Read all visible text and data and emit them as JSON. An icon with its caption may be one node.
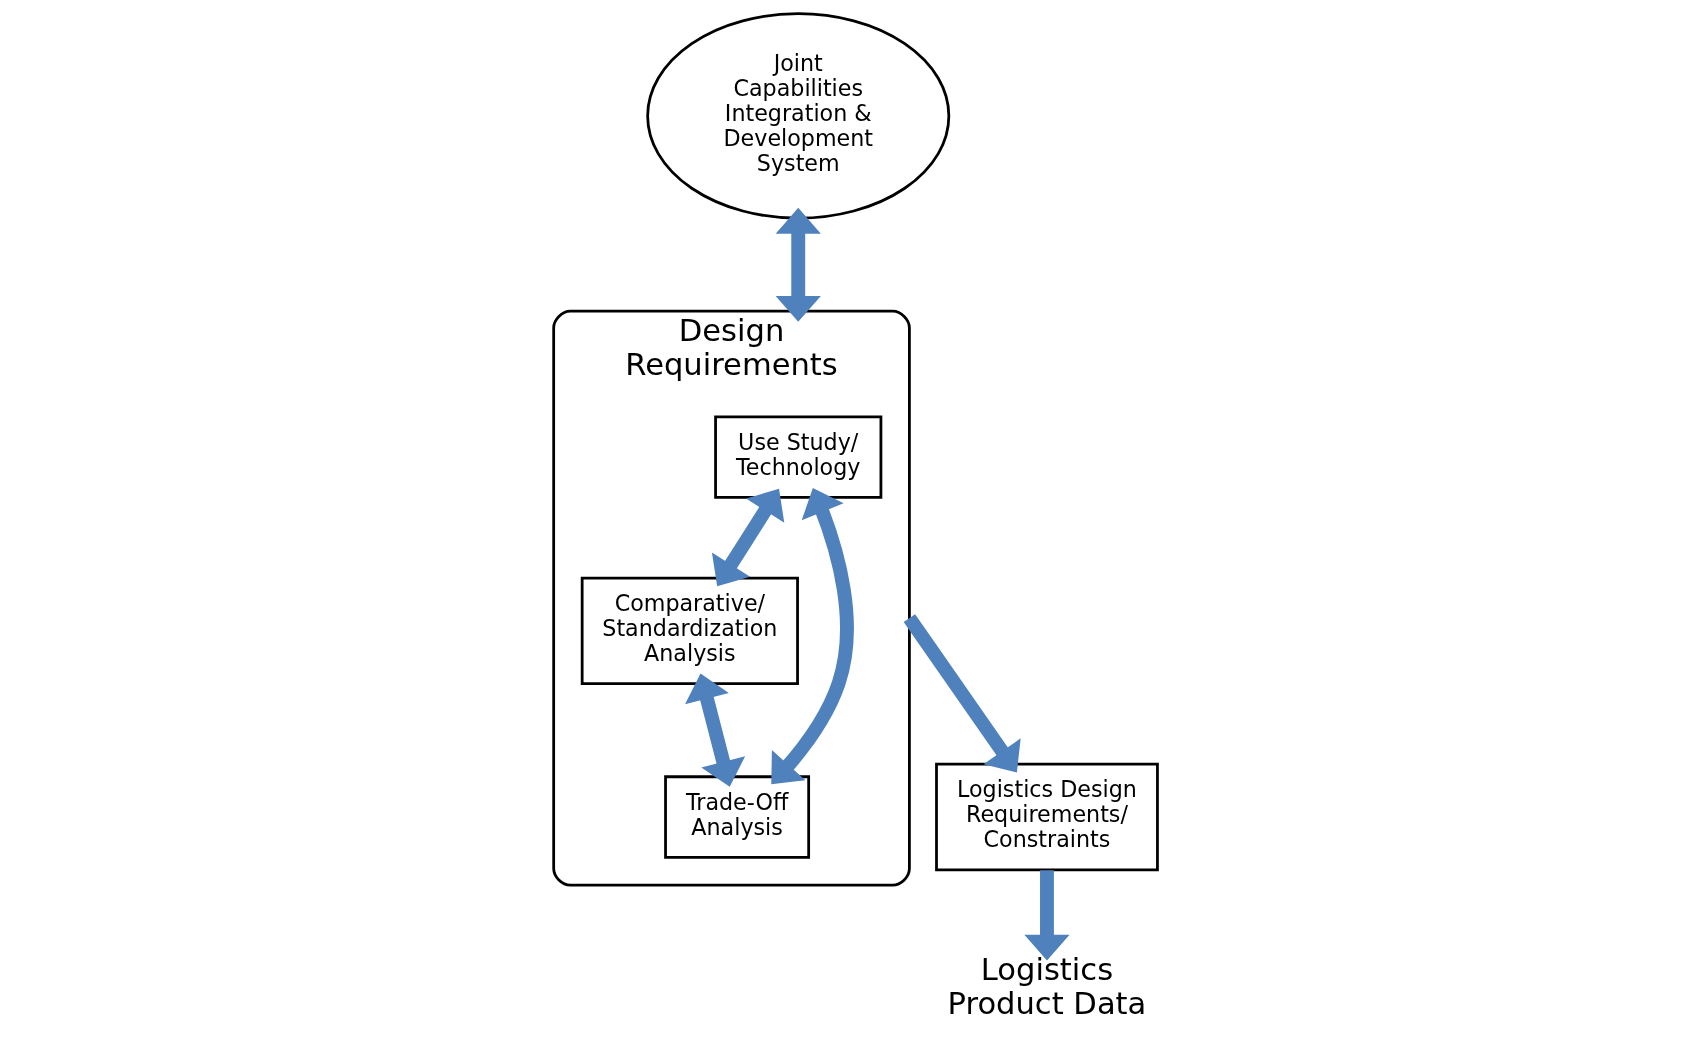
{
  "diagram": {
    "nodes": [
      {
        "text": [
          "Joint Capabilities Integration & Development System"
        ]
      },
      {
        "text": [
          "Design Requirements"
        ]
      },
      {
        "text": [
          "Use Study/ Technology"
        ],
        "in": 1
      },
      {
        "text": [
          "Comparative/ Standardization Analysis"
        ],
        "in": 1
      },
      {
        "text": [
          "Trade-Off Analysis"
        ],
        "in": 1
      },
      {
        "text": [
          "Logistics Design Requirements/ Constraints"
        ]
      },
      {
        "text": [
          "Logistics Product Data"
        ]
      }
    ],
    "edges": [
      {
        "from": 0,
        "to": 1,
        "arrow": "both"
      },
      {
        "from": 2,
        "to": 3,
        "arrow": "both"
      },
      {
        "from": 2,
        "to": 4,
        "arrow": "both"
      },
      {
        "from": 3,
        "to": 4,
        "arrow": "both"
      },
      {
        "from": 1,
        "to": 5,
        "arrow": "to"
      },
      {
        "from": 5,
        "to": 6,
        "arrow": "to"
      }
    ]
  }
}
